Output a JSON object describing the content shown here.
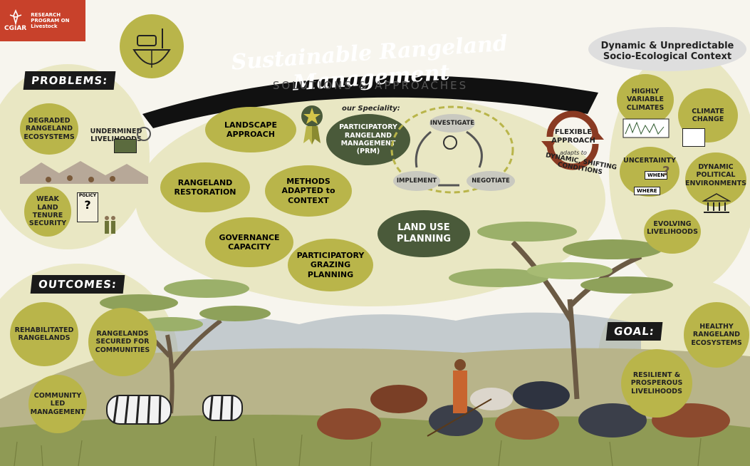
{
  "logo": {
    "org": "CGIAR",
    "program": "RESEARCH\nPROGRAM ON\nLivestock",
    "color": "#c8412b"
  },
  "title": {
    "main": "Sustainable Rangeland Management",
    "sub": "SOLUTIONS & APPROACHES"
  },
  "problems": {
    "heading": "PROBLEMS:",
    "items": [
      "DEGRADED\nRANGELAND\nECOSYSTEMS",
      "UNDERMINED\nLIVELIHOODS",
      "WEAK\nLAND\nTENURE\nSECURITY"
    ],
    "policy_label": "POLICY"
  },
  "solutions": {
    "items": [
      "LANDSCAPE\nAPPROACH",
      "RANGELAND\nRESTORATION",
      "METHODS\nADAPTED to\nCONTEXT",
      "GOVERNANCE\nCAPACITY",
      "PARTICIPATORY\nGRAZING\nPLANNING",
      "LAND USE\nPLANNING"
    ],
    "speciality_label": "our Speciality:",
    "prm": "PARTICIPATORY\nRANGELAND\nMANAGEMENT\n(PRM)",
    "cycle": [
      "INVESTIGATE",
      "NEGOTIATE",
      "IMPLEMENT"
    ],
    "flexible": "FLEXIBLE\nAPPROACH",
    "adapts": "adapts to",
    "conditions": "DYNAMIC, SHIFTING CONDITIONS"
  },
  "context": {
    "heading": "Dynamic & Unpredictable\nSocio-Ecological Context",
    "items": [
      "HIGHLY\nVARIABLE\nCLIMATES",
      "CLIMATE\nCHANGE",
      "UNCERTAINTY",
      "DYNAMIC\nPOLITICAL\nENVIRONMENTS",
      "EVOLVING\nLIVELIHOODS"
    ],
    "when": "WHEN",
    "where": "WHERE"
  },
  "outcomes": {
    "heading": "OUTCOMES:",
    "items": [
      "REHABILITATED\nRANGELANDS",
      "RANGELANDS\nSECURED FOR\nCOMMUNITIES",
      "COMMUNITY\nLED\nMANAGEMENT"
    ]
  },
  "goal": {
    "heading": "GOAL:",
    "items": [
      "HEALTHY\nRANGELAND\nECOSYSTEMS",
      "RESILIENT &\nPROSPEROUS\nLIVELIHOODS"
    ]
  },
  "colors": {
    "olive": "#b9b54a",
    "dark_green": "#4a5a3a",
    "pale": "#e9e7c3",
    "ink": "#1a1a1a"
  }
}
